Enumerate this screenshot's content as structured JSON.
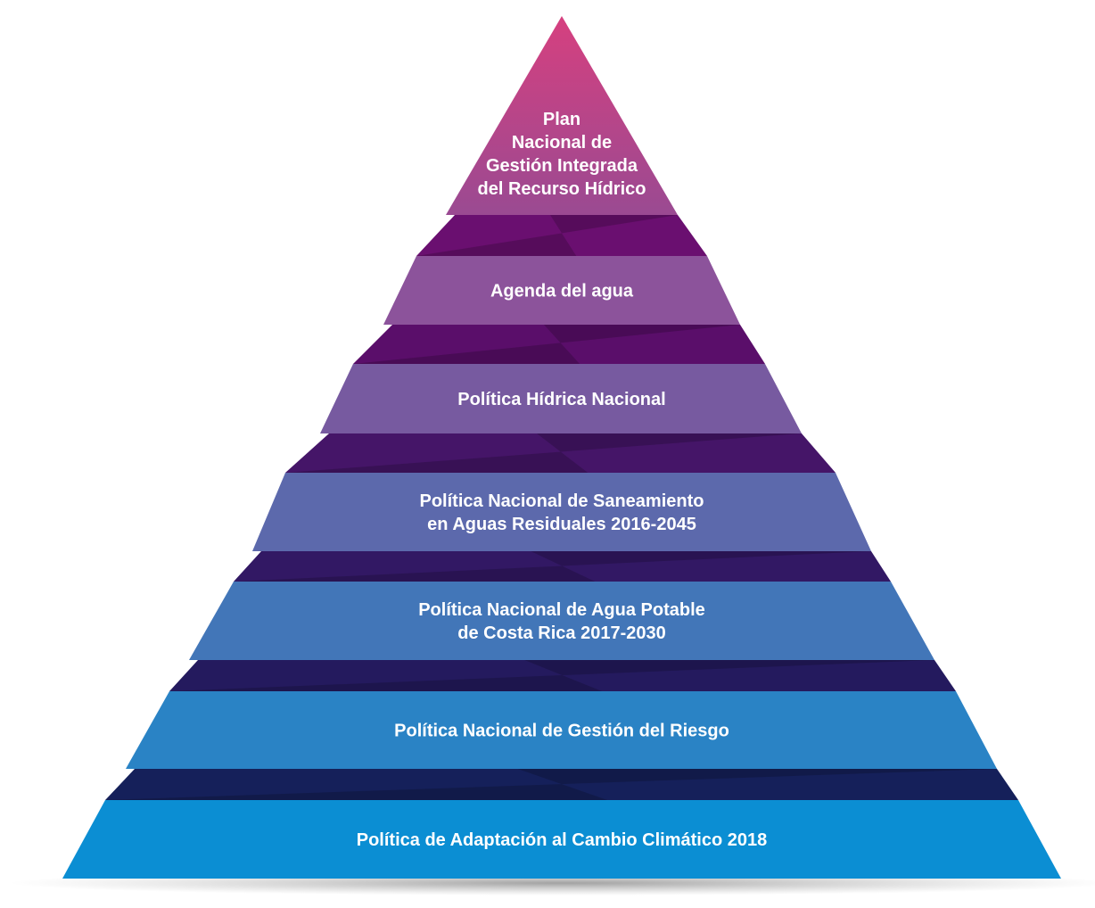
{
  "diagram": {
    "type": "pyramid",
    "tiers": [
      {
        "lines": [
          "Plan",
          "Nacional de",
          "Gestión Integrada",
          "del Recurso Hídrico"
        ],
        "color_top": "#d6407f",
        "color_bottom": "#9a4a92"
      },
      {
        "lines": [
          "Agenda del agua"
        ],
        "color_top": "#8c539b",
        "color_bottom": "#8c539b"
      },
      {
        "lines": [
          "Política Hídrica Nacional"
        ],
        "color_top": "#775aa0",
        "color_bottom": "#775aa0"
      },
      {
        "lines": [
          "Política Nacional de Saneamiento",
          "en Aguas Residuales 2016-2045"
        ],
        "color_top": "#5c69ac",
        "color_bottom": "#5c69ac"
      },
      {
        "lines": [
          "Política Nacional de Agua Potable",
          "de Costa Rica 2017-2030"
        ],
        "color_top": "#4276b8",
        "color_bottom": "#4276b8"
      },
      {
        "lines": [
          "Política Nacional de Gestión del Riesgo"
        ],
        "color_top": "#2a83c5",
        "color_bottom": "#2a83c5"
      },
      {
        "lines": [
          "Política de Adaptación al Cambio Climático 2018"
        ],
        "color_top": "#0b8ed3",
        "color_bottom": "#0b8ed3"
      }
    ],
    "connector_colors": [
      "#6a0f70",
      "#5a0e6a",
      "#451568",
      "#321864",
      "#241a5e",
      "#15205a"
    ]
  }
}
